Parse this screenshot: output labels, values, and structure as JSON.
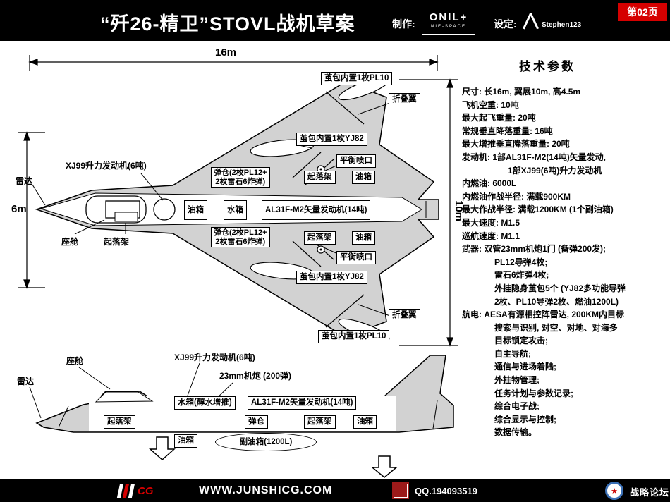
{
  "header": {
    "title": "“歼26-精卫”STOVL战机草案",
    "made_by_label": "制作:",
    "made_by_logo": "ONIL+",
    "made_by_logo_sub": "NIE-SPACE",
    "set_by_label": "设定:",
    "set_by_name": "Stephen123",
    "page_badge": "第02页"
  },
  "dimensions": {
    "length": "16m",
    "nose_width": "6m",
    "wingspan": "10m"
  },
  "specs": {
    "title": "技术参数",
    "lines": [
      "尺寸: 长16m, 翼展10m, 高4.5m",
      "飞机空重: 10吨",
      "最大起飞重量: 20吨",
      "常规垂直降落重量: 16吨",
      "最大增推垂直降落重量: 20吨",
      "发动机: 1部AL31F-M2(14吨)矢量发动,",
      "1部XJ99(6吨)升力发动机",
      "内燃油: 6000L",
      "内燃油作战半径: 满载900KM",
      "最大作战半径: 满载1200KM (1个副油箱)",
      "最大速度: M1.5",
      "巡航速度: M1.1",
      "武器: 双管23mm机炮1门 (备弹200发);",
      "PL12导弹4枚;",
      "雷石6炸弹4枚;",
      "外挂隐身茧包5个 (YJ82多功能导弹",
      "2枚、PL10导弹2枚、燃油1200L)",
      "航电: AESA有源相控阵雷达, 200KM内目标",
      "搜索与识别, 对空、对地、对海多",
      "目标锁定攻击;",
      "自主导航;",
      "通信与进场着陆;",
      "外挂物管理;",
      "任务计划与参数记录;",
      "综合电子战;",
      "综合显示与控制;",
      "数据传输。"
    ]
  },
  "labels": {
    "pod_pl10": "茧包内置1枚PL10",
    "folding_wing": "折叠翼",
    "pod_yj82": "茧包内置1枚YJ82",
    "balance_nozzle": "平衡喷口",
    "xj99_engine": "XJ99升力发动机(6吨)",
    "radar": "雷达",
    "cockpit": "座舱",
    "landing_gear": "起落架",
    "bay_line1": "弹仓(2枚PL12+",
    "bay_line2": "2枚雷石6炸弹)",
    "fuel_tank": "油箱",
    "water_tank": "水箱",
    "main_engine": "AL31F-M2矢量发动机(14吨)",
    "gun": "23mm机炮 (200弹)",
    "water_tank_side": "水箱(醇水增推)",
    "bay_short": "弹仓",
    "aux_tank": "副油箱(1200L)"
  },
  "footer": {
    "website": "WWW.JUNSHICG.COM",
    "qq": "QQ.194093519",
    "forum": "战略论坛",
    "logo_cg": "CG",
    "badge_star": "★"
  }
}
